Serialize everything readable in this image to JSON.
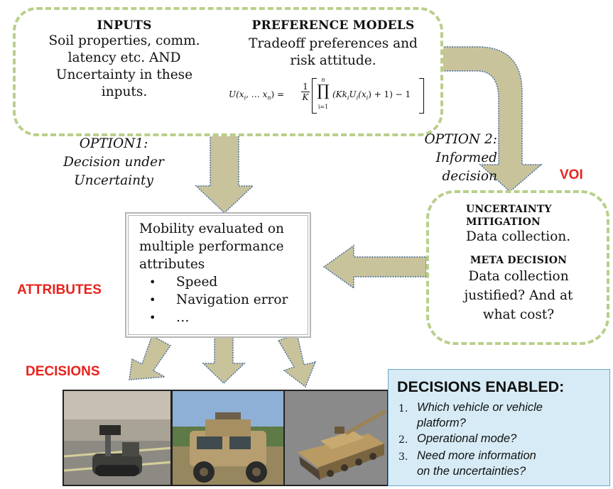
{
  "inputs": {
    "heading": "INPUTS",
    "lines": [
      "Soil properties, comm.",
      "latency etc. AND",
      "Uncertainty in these",
      "inputs."
    ]
  },
  "preference": {
    "heading": "PREFERENCE MODELS",
    "lines": [
      "Tradeoff preferences and",
      "risk attitude."
    ],
    "formula": {
      "lhs": "U(x",
      "lhs_sub_i": "i",
      "lhs_mid": ", … x",
      "lhs_sub_n": "n",
      "lhs_end": ") =",
      "frac_num": "1",
      "frac_den": "K",
      "prod_upper": "n",
      "prod_lower": "i=1",
      "prod_symbol": "∏",
      "inner": "(Kk",
      "inner_sub": "i",
      "inner2": "U",
      "inner2_sub": "i",
      "inner3": "(x",
      "inner3_sub": "i",
      "inner4": ") + 1) − 1"
    }
  },
  "option1": {
    "lines": [
      "OPTION1:",
      "Decision under",
      "Uncertainty"
    ]
  },
  "option2": {
    "lines": [
      "OPTION 2:",
      "Informed",
      "decision"
    ]
  },
  "voi_label": "VOI",
  "mobility": {
    "lines": [
      "Mobility evaluated on",
      "multiple performance",
      "attributes"
    ],
    "bullets": [
      "Speed",
      "Navigation error",
      "…"
    ],
    "bullet_glyph": "•"
  },
  "uncertainty": {
    "heading1_lines": [
      "UNCERTAINTY",
      "MITIGATION"
    ],
    "text1": "Data collection.",
    "heading2": "META DECISION",
    "text2_lines": [
      "Data collection",
      "justified? And at",
      "what cost?"
    ]
  },
  "attributes_label": "ATTRIBUTES",
  "decisions_label": "DECISIONS",
  "decisions_enabled": {
    "title": "DECISIONS ENABLED:",
    "items": [
      {
        "num": "1.",
        "lines": [
          "Which vehicle or vehicle",
          "platform?"
        ]
      },
      {
        "num": "2.",
        "lines": [
          "Operational mode?"
        ]
      },
      {
        "num": "3.",
        "lines": [
          "Need more information",
          "on the uncertainties?"
        ]
      }
    ]
  },
  "colors": {
    "dash_green": "#b8cf8a",
    "arrow_fill": "#c9c39c",
    "arrow_edge": "#4a6f9a",
    "label_red": "#e8221b",
    "enabled_bg": "#d6ebf5"
  },
  "vehicles": [
    "robot-vehicle-photo",
    "military-truck-photo",
    "tank-render-photo"
  ]
}
